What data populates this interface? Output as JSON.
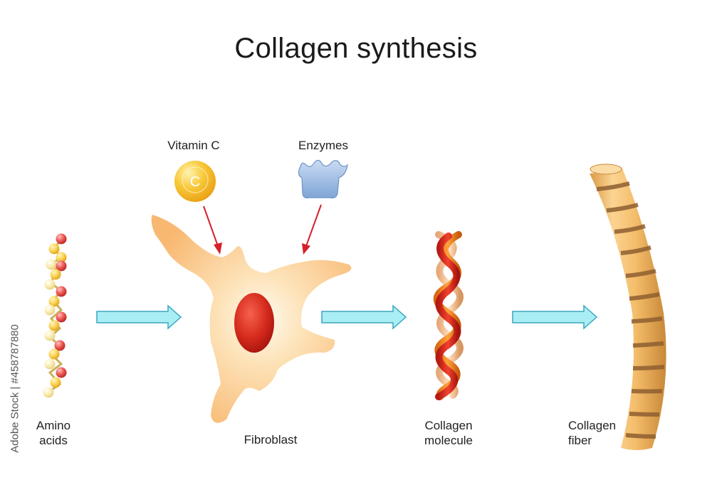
{
  "title": "Collagen synthesis",
  "labels": {
    "vitamin_c": "Vitamin C",
    "vitamin_c_letter": "C",
    "enzymes": "Enzymes",
    "amino_line1": "Amino",
    "amino_line2": "acids",
    "fibroblast": "Fibroblast",
    "molecule_line1": "Collagen",
    "molecule_line2": "molecule",
    "fiber_line1": "Collagen",
    "fiber_line2": "fiber"
  },
  "watermark": "Adobe Stock | #458787880",
  "colors": {
    "arrow_fill": "#a8eef3",
    "arrow_stroke": "#3aa6c0",
    "red_arrow": "#d6202a",
    "cell": "#fbc784",
    "nucleus": "#d42a1c",
    "vitamin": "#f2b01e",
    "enzyme": "#9cbde6",
    "fiber": "#f5c272",
    "fiber_band": "#9a6a3a"
  }
}
